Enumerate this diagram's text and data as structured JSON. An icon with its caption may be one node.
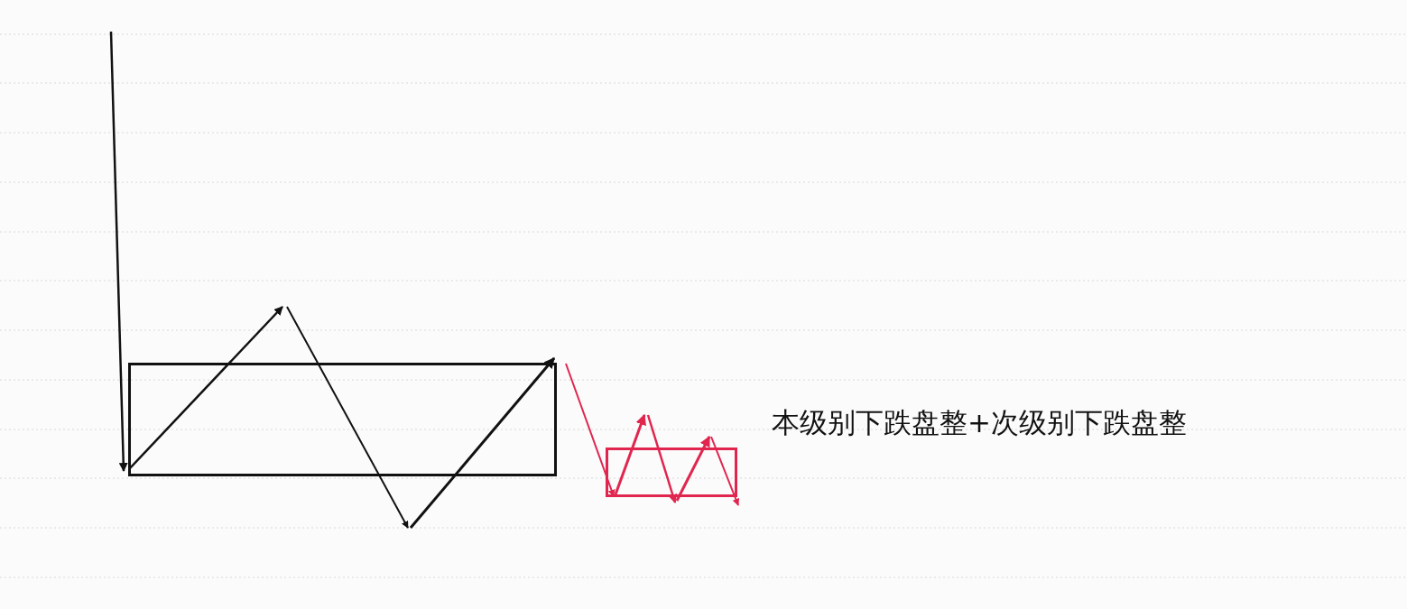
{
  "diagram": {
    "nodes": [
      {
        "text": [],
        "shape": "box"
      },
      {
        "text": [],
        "shape": "box"
      }
    ],
    "edges": [
      {
        "from": 0,
        "to": 1,
        "arrow": "to",
        "color": "#e0264f"
      }
    ],
    "labels": [
      "本级别下跌盘整+次级别下跌盘整"
    ]
  }
}
